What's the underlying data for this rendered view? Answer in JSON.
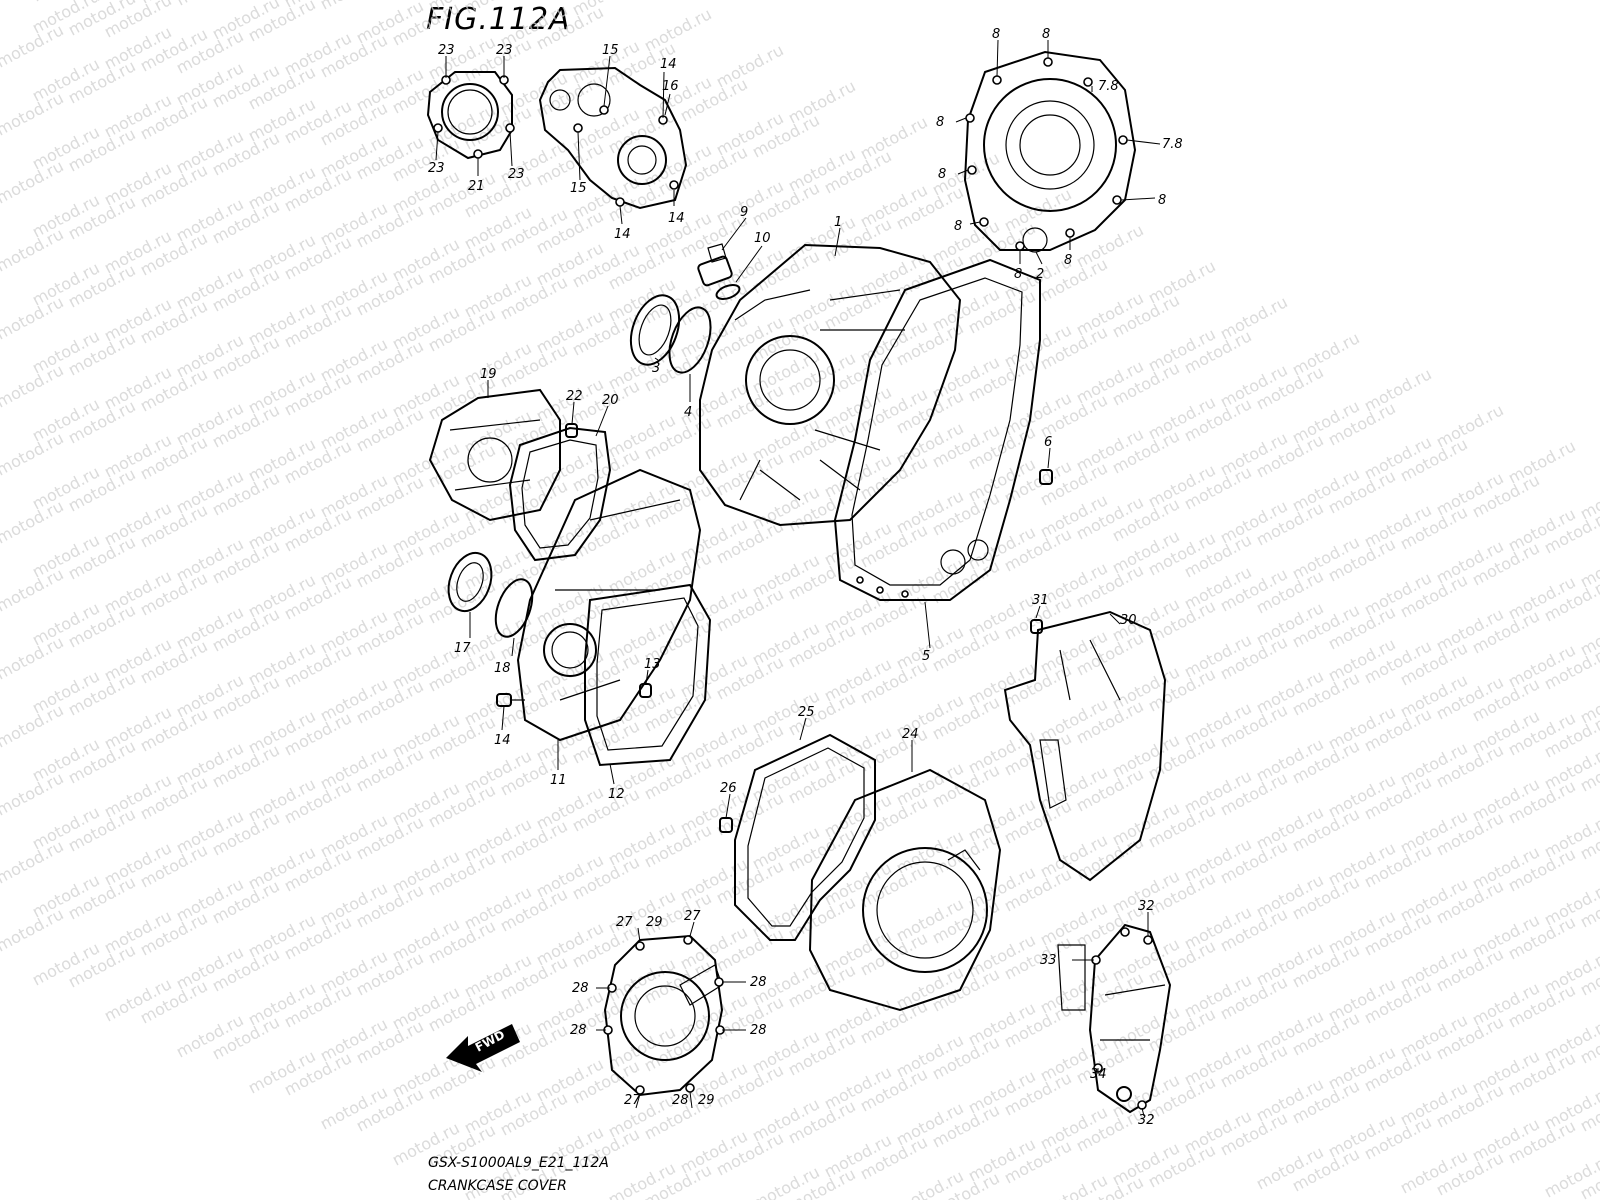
{
  "figure": {
    "title": "FIG.112A",
    "model_code": "GSX-S1000AL9_E21_112A",
    "caption": "CRANKCASE COVER",
    "watermark": "motod.ru",
    "fwd_label": "FWD"
  },
  "callouts": [
    {
      "id": "c-23a",
      "text": "23"
    },
    {
      "id": "c-23b",
      "text": "23"
    },
    {
      "id": "c-23c",
      "text": "23"
    },
    {
      "id": "c-23d",
      "text": "23"
    },
    {
      "id": "c-21",
      "text": "21"
    },
    {
      "id": "c-15a",
      "text": "15"
    },
    {
      "id": "c-15b",
      "text": "15"
    },
    {
      "id": "c-14a",
      "text": "14"
    },
    {
      "id": "c-16",
      "text": "16"
    },
    {
      "id": "c-14b",
      "text": "14"
    },
    {
      "id": "c-14c",
      "text": "14"
    },
    {
      "id": "c-9",
      "text": "9"
    },
    {
      "id": "c-10",
      "text": "10"
    },
    {
      "id": "c-1",
      "text": "1"
    },
    {
      "id": "c-3",
      "text": "3"
    },
    {
      "id": "c-4",
      "text": "4"
    },
    {
      "id": "c-8a",
      "text": "8"
    },
    {
      "id": "c-8b",
      "text": "8"
    },
    {
      "id": "c-78a",
      "text": "7.8"
    },
    {
      "id": "c-8c",
      "text": "8"
    },
    {
      "id": "c-78b",
      "text": "7.8"
    },
    {
      "id": "c-8d",
      "text": "8"
    },
    {
      "id": "c-8e",
      "text": "8"
    },
    {
      "id": "c-8f",
      "text": "8"
    },
    {
      "id": "c-8g",
      "text": "8"
    },
    {
      "id": "c-2",
      "text": "2"
    },
    {
      "id": "c-8h",
      "text": "8"
    },
    {
      "id": "c-19",
      "text": "19"
    },
    {
      "id": "c-22",
      "text": "22"
    },
    {
      "id": "c-20",
      "text": "20"
    },
    {
      "id": "c-6",
      "text": "6"
    },
    {
      "id": "c-17",
      "text": "17"
    },
    {
      "id": "c-18",
      "text": "18"
    },
    {
      "id": "c-13",
      "text": "13"
    },
    {
      "id": "c-14d",
      "text": "14"
    },
    {
      "id": "c-11",
      "text": "11"
    },
    {
      "id": "c-12",
      "text": "12"
    },
    {
      "id": "c-5",
      "text": "5"
    },
    {
      "id": "c-31",
      "text": "31"
    },
    {
      "id": "c-30",
      "text": "30"
    },
    {
      "id": "c-25",
      "text": "25"
    },
    {
      "id": "c-24",
      "text": "24"
    },
    {
      "id": "c-26",
      "text": "26"
    },
    {
      "id": "c-27a",
      "text": "27"
    },
    {
      "id": "c-29a",
      "text": "29"
    },
    {
      "id": "c-27b",
      "text": "27"
    },
    {
      "id": "c-28a",
      "text": "28"
    },
    {
      "id": "c-28b",
      "text": "28"
    },
    {
      "id": "c-28c",
      "text": "28"
    },
    {
      "id": "c-28d",
      "text": "28"
    },
    {
      "id": "c-27c",
      "text": "27"
    },
    {
      "id": "c-28e",
      "text": "28"
    },
    {
      "id": "c-29b",
      "text": "29"
    },
    {
      "id": "c-32a",
      "text": "32"
    },
    {
      "id": "c-33",
      "text": "33"
    },
    {
      "id": "c-34",
      "text": "34"
    },
    {
      "id": "c-32b",
      "text": "32"
    }
  ]
}
